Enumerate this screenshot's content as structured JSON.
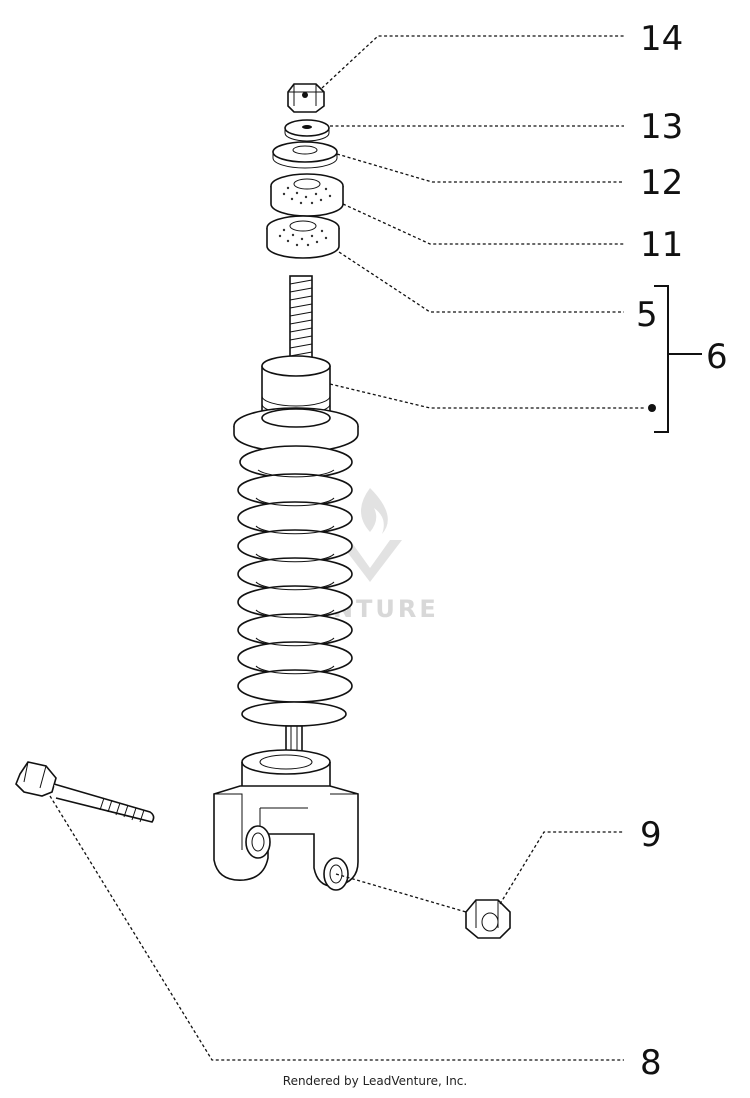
{
  "callouts": {
    "c14": "14",
    "c13": "13",
    "c12": "12",
    "c11": "11",
    "c5": "5",
    "c6": "6",
    "c9": "9",
    "c8": "8"
  },
  "watermark": "VENTURE",
  "footer": "Rendered by LeadVenture, Inc."
}
